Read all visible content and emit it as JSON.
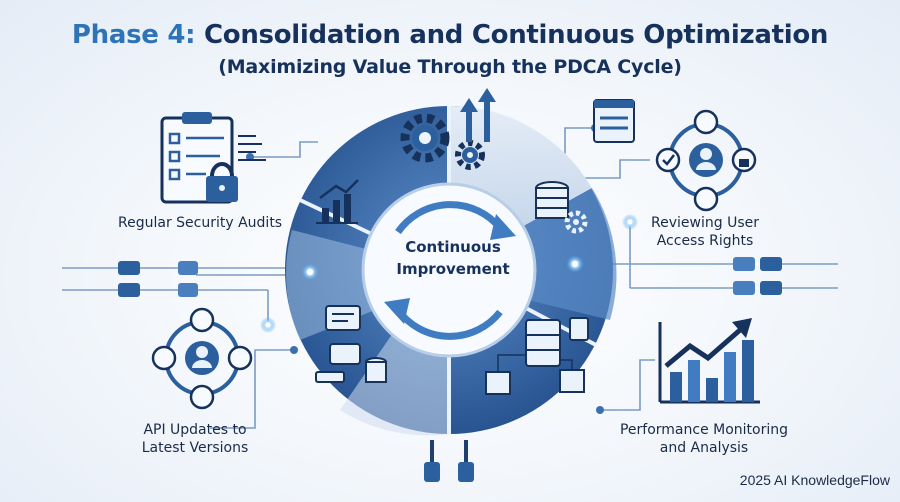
{
  "title": {
    "phase": "Phase 4:",
    "main": "Consolidation and Continuous Optimization",
    "subtitle": "(Maximizing Value Through the PDCA Cycle)"
  },
  "center": {
    "line1": "Continuous",
    "line2": "Improvement"
  },
  "items": [
    {
      "id": "audits",
      "label": "Regular Security Audits",
      "icon": "clipboard-lock-icon"
    },
    {
      "id": "access",
      "label_line1": "Reviewing User",
      "label_line2": "Access Rights",
      "icon": "user-access-cycle-icon"
    },
    {
      "id": "api",
      "label_line1": "API Updates to",
      "label_line2": "Latest Versions",
      "icon": "user-network-cycle-icon"
    },
    {
      "id": "performance",
      "label_line1": "Performance Monitoring",
      "label_line2": "and Analysis",
      "icon": "growth-chart-icon"
    }
  ],
  "footer": "2025 AI KnowledgeFlow",
  "colors": {
    "primary_dark": "#16325c",
    "accent_blue": "#2e73b8",
    "ring_dark": "#2c5f9e",
    "ring_light": "#dce8f5",
    "glow": "#3b9ae8"
  }
}
